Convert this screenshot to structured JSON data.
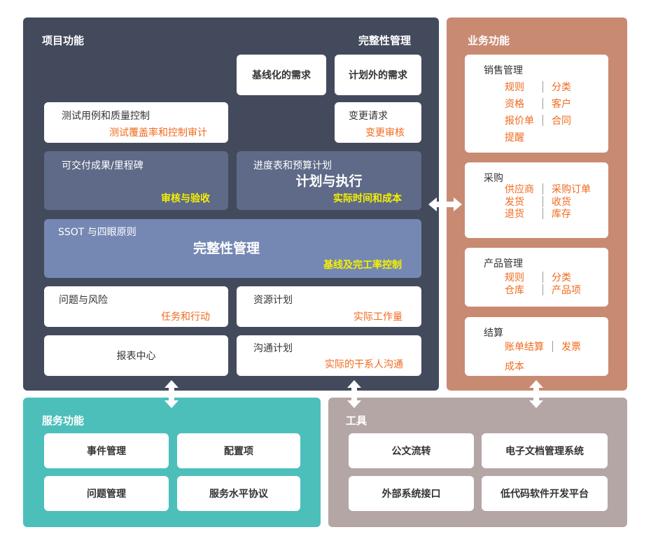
{
  "project": {
    "title": "项目功能",
    "integrity_heading": "完整性管理",
    "baseline_req": "基线化的需求",
    "unplanned_req": "计划外的需求",
    "test": {
      "title": "测试用例和质量控制",
      "sub": "测试覆盖率和控制审计"
    },
    "change": {
      "title": "变更请求",
      "sub": "变更审核"
    },
    "deliverables": {
      "title": "可交付成果/里程碑",
      "sub": "审核与验收"
    },
    "schedule": {
      "title": "进度表和预算计划",
      "center": "计划与执行",
      "sub": "实际时间和成本"
    },
    "ssot": {
      "title": "SSOT 与四眼原则",
      "center": "完整性管理",
      "sub": "基线及完工率控制"
    },
    "issues": {
      "title": "问题与风险",
      "sub": "任务和行动"
    },
    "resource": {
      "title": "资源计划",
      "sub": "实际工作量"
    },
    "report": "报表中心",
    "comm": {
      "title": "沟通计划",
      "sub": "实际的干系人沟通"
    }
  },
  "business": {
    "title": "业务功能",
    "sales": {
      "title": "销售管理",
      "rows": [
        [
          "规则",
          "分类"
        ],
        [
          "资格",
          "客户"
        ],
        [
          "报价单",
          "合同"
        ],
        [
          "提醒",
          null
        ]
      ]
    },
    "purchase": {
      "title": "采购",
      "rows": [
        [
          "供应商",
          "采购订单"
        ],
        [
          "发货",
          "收货"
        ],
        [
          "退货",
          "库存"
        ]
      ]
    },
    "product": {
      "title": "产品管理",
      "rows": [
        [
          "规则",
          "分类"
        ],
        [
          "仓库",
          "产品项"
        ]
      ]
    },
    "billing": {
      "title": "结算",
      "rows": [
        [
          "账单结算",
          "发票"
        ],
        [
          "成本",
          null
        ]
      ]
    }
  },
  "service": {
    "title": "服务功能",
    "items": [
      "事件管理",
      "配置项",
      "问题管理",
      "服务水平协议"
    ]
  },
  "tools": {
    "title": "工具",
    "items": [
      "公文流转",
      "电子文档管理系统",
      "外部系统接口",
      "低代码软件开发平台"
    ]
  },
  "colors": {
    "dark": "#434a5c",
    "business": "#c98a72",
    "service": "#4dbfbb",
    "tools": "#b5a6a6",
    "mid": "#5e6a87",
    "integrity": "#7588b3",
    "orange": "#f06a1e",
    "yellow": "#f5f000"
  }
}
